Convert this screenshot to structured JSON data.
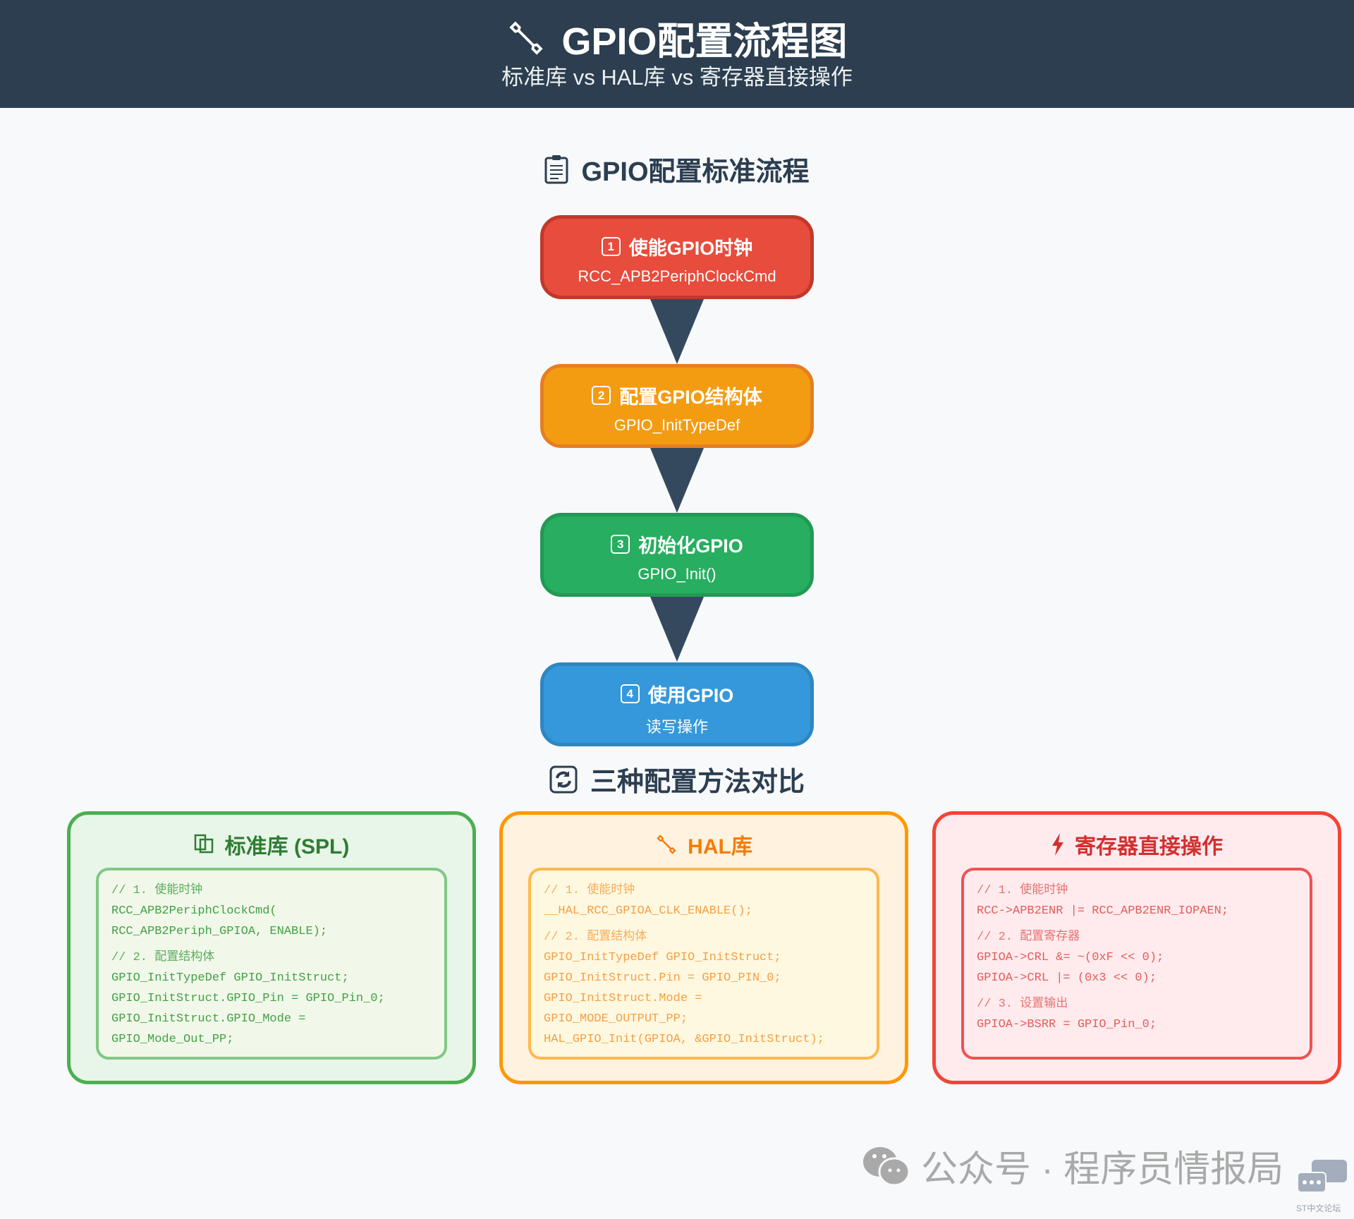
{
  "header": {
    "title": "GPIO配置流程图",
    "subtitle": "标准库 vs HAL库 vs 寄存器直接操作"
  },
  "flow": {
    "title": "GPIO配置标准流程",
    "steps": [
      {
        "num": "1",
        "title": "使能GPIO时钟",
        "sub": "RCC_APB2PeriphClockCmd",
        "color": "#e74c3c"
      },
      {
        "num": "2",
        "title": "配置GPIO结构体",
        "sub": "GPIO_InitTypeDef",
        "color": "#f39c12"
      },
      {
        "num": "3",
        "title": "初始化GPIO",
        "sub": "GPIO_Init()",
        "color": "#27ae60"
      },
      {
        "num": "4",
        "title": "使用GPIO",
        "sub": "读写操作",
        "color": "#3498db"
      }
    ]
  },
  "compare": {
    "title": "三种配置方法对比",
    "cards": [
      {
        "title": "标准库 (SPL)",
        "lines": [
          "// 1. 使能时钟",
          "RCC_APB2PeriphClockCmd(",
          "RCC_APB2Periph_GPIOA, ENABLE);",
          "// 2. 配置结构体",
          "GPIO_InitTypeDef GPIO_InitStruct;",
          "GPIO_InitStruct.GPIO_Pin = GPIO_Pin_0;",
          "GPIO_InitStruct.GPIO_Mode =",
          "GPIO_Mode_Out_PP;"
        ]
      },
      {
        "title": "HAL库",
        "lines": [
          "// 1. 使能时钟",
          "__HAL_RCC_GPIOA_CLK_ENABLE();",
          "// 2. 配置结构体",
          "GPIO_InitTypeDef GPIO_InitStruct;",
          "GPIO_InitStruct.Pin = GPIO_PIN_0;",
          "GPIO_InitStruct.Mode =",
          "GPIO_MODE_OUTPUT_PP;",
          "HAL_GPIO_Init(GPIOA, &GPIO_InitStruct);"
        ]
      },
      {
        "title": "寄存器直接操作",
        "lines": [
          "// 1. 使能时钟",
          "RCC->APB2ENR |= RCC_APB2ENR_IOPAEN;",
          "// 2. 配置寄存器",
          "GPIOA->CRL &= ~(0xF << 0);",
          "GPIOA->CRL |= (0x3 << 0);",
          "// 3. 设置输出",
          "GPIOA->BSRR = GPIO_Pin_0;"
        ]
      }
    ]
  },
  "watermark": {
    "text": "公众号 · 程序员情报局",
    "badge": "ST中文论坛"
  }
}
